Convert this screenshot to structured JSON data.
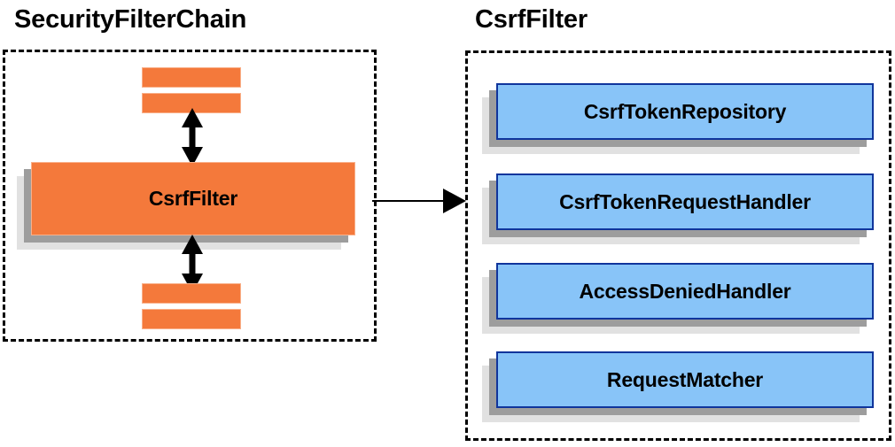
{
  "diagram": {
    "panels": [
      {
        "id": "security-filter-chain",
        "title": "SecurityFilterChain",
        "main_node": {
          "label": "CsrfFilter"
        },
        "stub_count_above": 2,
        "stub_count_below": 2
      },
      {
        "id": "csrf-filter",
        "title": "CsrfFilter",
        "nodes": [
          {
            "label": "CsrfTokenRepository"
          },
          {
            "label": "CsrfTokenRequestHandler"
          },
          {
            "label": "AccessDeniedHandler"
          },
          {
            "label": "RequestMatcher"
          }
        ]
      }
    ],
    "connectors": [
      {
        "id": "chain-to-detail",
        "type": "arrow-right"
      },
      {
        "id": "above-stub-to-filter",
        "type": "double-arrow-vertical"
      },
      {
        "id": "filter-to-below-stub",
        "type": "double-arrow-vertical"
      }
    ],
    "colors": {
      "orange_fill": "#f4793b",
      "orange_border": "#f9b08a",
      "blue_fill": "#88c4f8",
      "blue_border": "#10359c",
      "shadow_near": "#9d9d9d",
      "shadow_far": "#e1e1e1",
      "outline": "#000000",
      "background": "#ffffff"
    }
  }
}
